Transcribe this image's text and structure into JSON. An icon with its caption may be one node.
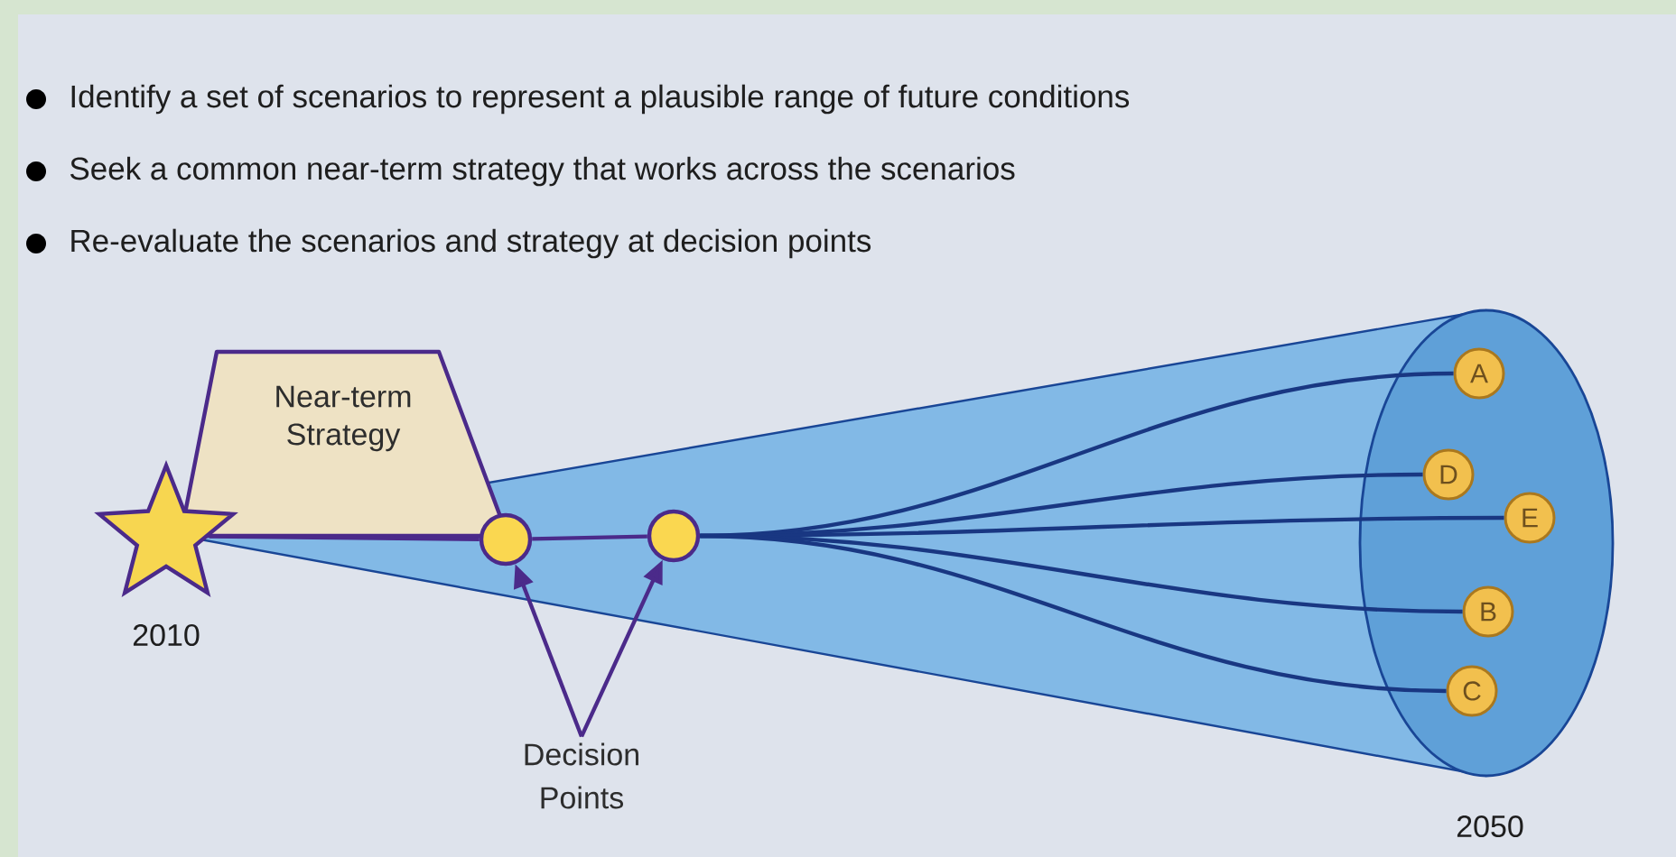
{
  "diagram": {
    "nodes": [
      {
        "text": [],
        "shape": "star",
        "beside": [
          "2010"
        ]
      },
      {
        "text": [
          "Near-term Strategy"
        ]
      },
      {
        "text": [],
        "shape": "circle"
      },
      {
        "text": [],
        "shape": "circle"
      },
      {
        "text": [
          "Decision Points"
        ]
      },
      {
        "text": [],
        "shape": "ellipse",
        "beside": [
          "2050"
        ]
      },
      {
        "text": [
          "A"
        ],
        "in": 5
      },
      {
        "text": [
          "D"
        ],
        "in": 5
      },
      {
        "text": [
          "E"
        ],
        "in": 5
      },
      {
        "text": [
          "B"
        ],
        "in": 5
      },
      {
        "text": [
          "C"
        ],
        "in": 5
      }
    ],
    "edges": [
      {
        "from": 0,
        "to": 2,
        "arrow": "none",
        "color": "#4b2a8a"
      },
      {
        "from": 2,
        "to": 3,
        "arrow": "none",
        "color": "#4b2a8a"
      },
      {
        "from": 3,
        "to": 6,
        "arrow": "none"
      },
      {
        "from": 3,
        "to": 7,
        "arrow": "none"
      },
      {
        "from": 3,
        "to": 8,
        "arrow": "none"
      },
      {
        "from": 3,
        "to": 9,
        "arrow": "none"
      },
      {
        "from": 3,
        "to": 10,
        "arrow": "none"
      },
      {
        "from": 4,
        "to": 2,
        "arrow": "to",
        "color": "#4b2a8a"
      },
      {
        "from": 4,
        "to": 3,
        "arrow": "to",
        "color": "#4b2a8a"
      }
    ],
    "labels": [
      "Identify a set of scenarios to represent a plausible range of future conditions",
      "Seek a common near-term strategy that works across the scenarios",
      "Re-evaluate the scenarios and strategy at decision points"
    ]
  }
}
